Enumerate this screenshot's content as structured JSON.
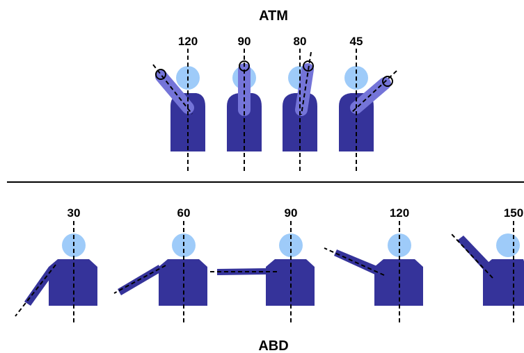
{
  "titles": {
    "top": "ATM",
    "bottom": "ABD"
  },
  "atm_angles": [
    "120",
    "90",
    "80",
    "45"
  ],
  "abd_angles": [
    "30",
    "60",
    "90",
    "120",
    "150"
  ],
  "colors": {
    "body": "#35339a",
    "head": "#9ecbf9",
    "arm_atm": "#7474d8",
    "arm_abd": "#35339a",
    "line": "#000000"
  }
}
